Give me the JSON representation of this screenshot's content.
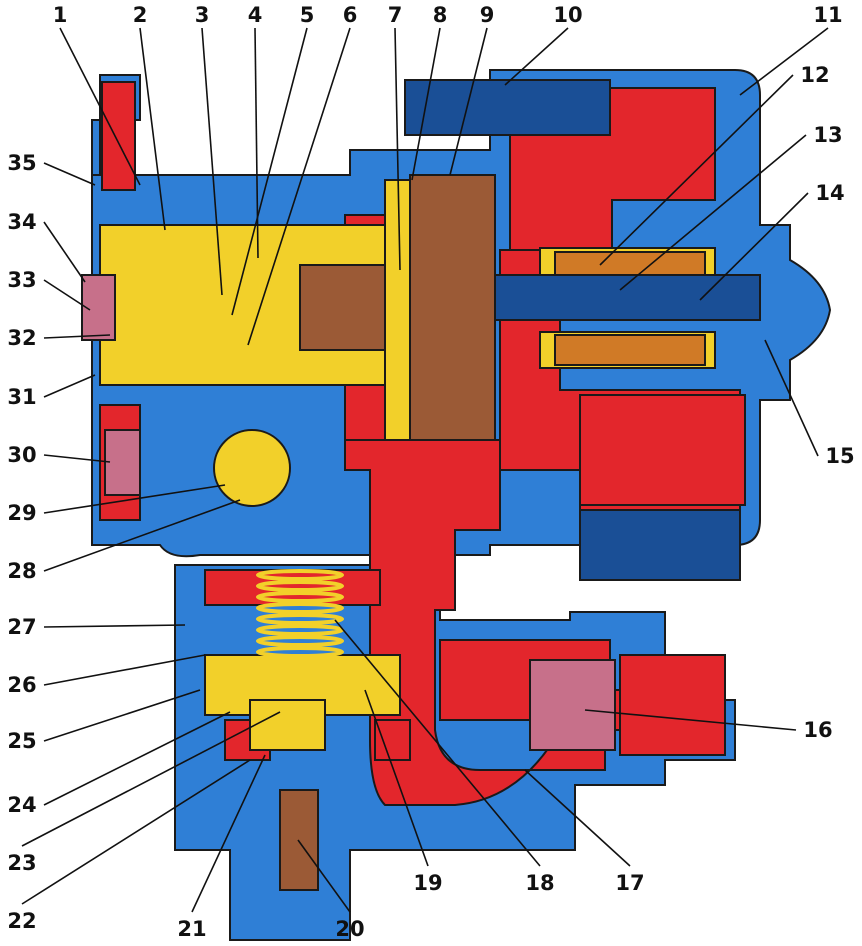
{
  "diagram": {
    "colors": {
      "body": "#2f7fd6",
      "body_dark": "#1a4f96",
      "pressure_chamber": "#e3262c",
      "valve_parts": "#f2d02a",
      "solenoid_winding": "#d07a26",
      "diaphragm": "#9b5a36",
      "filter": "#c7708a",
      "outline": "#1a1a1a"
    },
    "callouts": [
      {
        "label": "1"
      },
      {
        "label": "2"
      },
      {
        "label": "3"
      },
      {
        "label": "4"
      },
      {
        "label": "5"
      },
      {
        "label": "6"
      },
      {
        "label": "7"
      },
      {
        "label": "8"
      },
      {
        "label": "9"
      },
      {
        "label": "10"
      },
      {
        "label": "11"
      },
      {
        "label": "12"
      },
      {
        "label": "13"
      },
      {
        "label": "14"
      },
      {
        "label": "15"
      },
      {
        "label": "16"
      },
      {
        "label": "17"
      },
      {
        "label": "18"
      },
      {
        "label": "19"
      },
      {
        "label": "20"
      },
      {
        "label": "21"
      },
      {
        "label": "22"
      },
      {
        "label": "23"
      },
      {
        "label": "24"
      },
      {
        "label": "25"
      },
      {
        "label": "26"
      },
      {
        "label": "27"
      },
      {
        "label": "28"
      },
      {
        "label": "29"
      },
      {
        "label": "30"
      },
      {
        "label": "31"
      },
      {
        "label": "32"
      },
      {
        "label": "33"
      },
      {
        "label": "34"
      },
      {
        "label": "35"
      }
    ]
  }
}
